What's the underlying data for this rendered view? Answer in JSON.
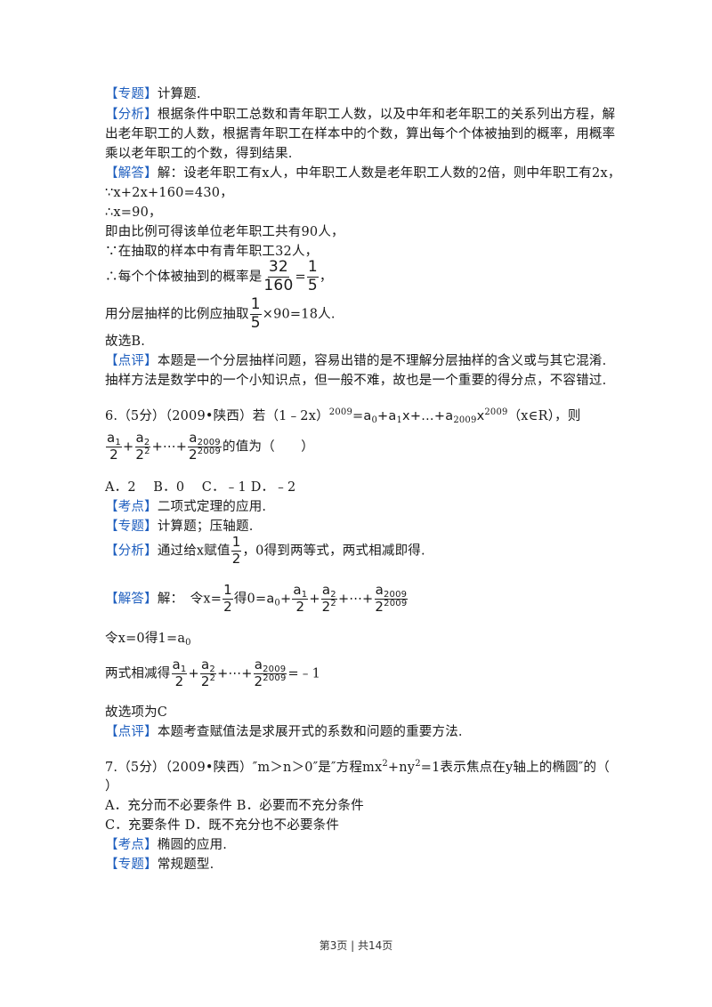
{
  "sec1": {
    "zhuanti_tag": "【专题】",
    "zhuanti_text": "计算题.",
    "fenxi_tag": "【分析】",
    "fenxi_l1": "根据条件中职工总数和青年职工人数，以及中年和老年职工的关系列出方程，解",
    "fenxi_l2": "出老年职工的人数，根据青年职工在样本中的个数，算出每个个体被抽到的概率，用概率",
    "fenxi_l3": "乘以老年职工的个数，得到结果.",
    "jieda_tag": "【解答】",
    "jieda_l1": "解：设老年职工有x人，中年职工人数是老年职工人数的2倍，则中年职工有2x，",
    "jieda_l2": "∵x+2x+160=430，",
    "jieda_l3": "∴x=90，",
    "jieda_l4": "即由比例可得该单位老年职工共有90人，",
    "jieda_l5": "∵在抽取的样本中有青年职工32人，",
    "jieda_l6_pre": "∴每个个体被抽到的概率是",
    "frac1_n": "32",
    "frac1_d": "160",
    "eq": "=",
    "frac2_n": "1",
    "frac2_d": "5",
    "comma": "，",
    "jieda_l7_pre": "用分层抽样的比例应抽取",
    "frac3_n": "1",
    "frac3_d": "5",
    "jieda_l7_post": "×90=18人.",
    "jieda_l8": "故选B.",
    "dianping_tag": "【点评】",
    "dianping_l1": "本题是一个分层抽样问题，容易出错的是不理解分层抽样的含义或与其它混淆.",
    "dianping_l2": "抽样方法是数学中的一个小知识点，但一般不难，故也是一个重要的得分点，不容错过."
  },
  "q6": {
    "head": "6.（5分）（2009•陕西）若（1﹣2x）",
    "exp2009": "2009",
    "eq_a0": "=a",
    "sub0": "0",
    "plus_a1": "+a",
    "sub1": "1",
    "x_dots": "x+…+a",
    "sub2009": "2009",
    "x": "x",
    "tail": "（x∈R），则",
    "exp_a1": "a",
    "s1": "1",
    "d2": "2",
    "plus": "+",
    "exp_a2": "a",
    "s2": "2",
    "d22": "2",
    "p2": "2",
    "dots": "+⋯+",
    "exp_a2009": "a",
    "s2009": "2009",
    "d2009": "2",
    "p2009": "2009",
    "value_q": "的值为（　　）",
    "options": "A．2　 B．0　 C．﹣1 D．﹣2",
    "kaodian_tag": "【考点】",
    "kaodian_text": "二项式定理的应用.",
    "zhuanti_tag": "【专题】",
    "zhuanti_text": "计算题；压轴题.",
    "fenxi_tag": "【分析】",
    "fenxi_pre": "通过给x赋值",
    "half_n": "1",
    "half_d": "2",
    "fenxi_post": "，0得到两等式，两式相减即得.",
    "jieda_tag": "【解答】",
    "jieda_pre": "解：　令x=",
    "jieda_mid": "得0=",
    "a0": "a",
    "a0sub": "0",
    "line_b": "令x=0得1=a",
    "line_b_sub": "0",
    "line_c_pre": "两式相减得",
    "line_c_post": "=﹣1",
    "line_d": "故选项为C",
    "dianping_tag": "【点评】",
    "dianping_text": "本题考查赋值法是求展开式的系数和问题的重要方法."
  },
  "q7": {
    "head_pre": "7.（5分）（2009•陕西）″m＞n＞0″是″方程mx",
    "sq1": "2",
    "mid": "+ny",
    "sq2": "2",
    "head_post": "=1表示焦点在y轴上的椭圆″的（",
    "close": "）",
    "opt1": "A．充分而不必要条件 B．必要而不充分条件",
    "opt2": "C．充要条件 D．既不充分也不必要条件",
    "kaodian_tag": "【考点】",
    "kaodian_text": "椭圆的应用.",
    "zhuanti_tag": "【专题】",
    "zhuanti_text": "常规题型."
  },
  "footer": "第3页 | 共14页",
  "colors": {
    "tag": "#1f5fbf",
    "text": "#1a1a1a"
  }
}
